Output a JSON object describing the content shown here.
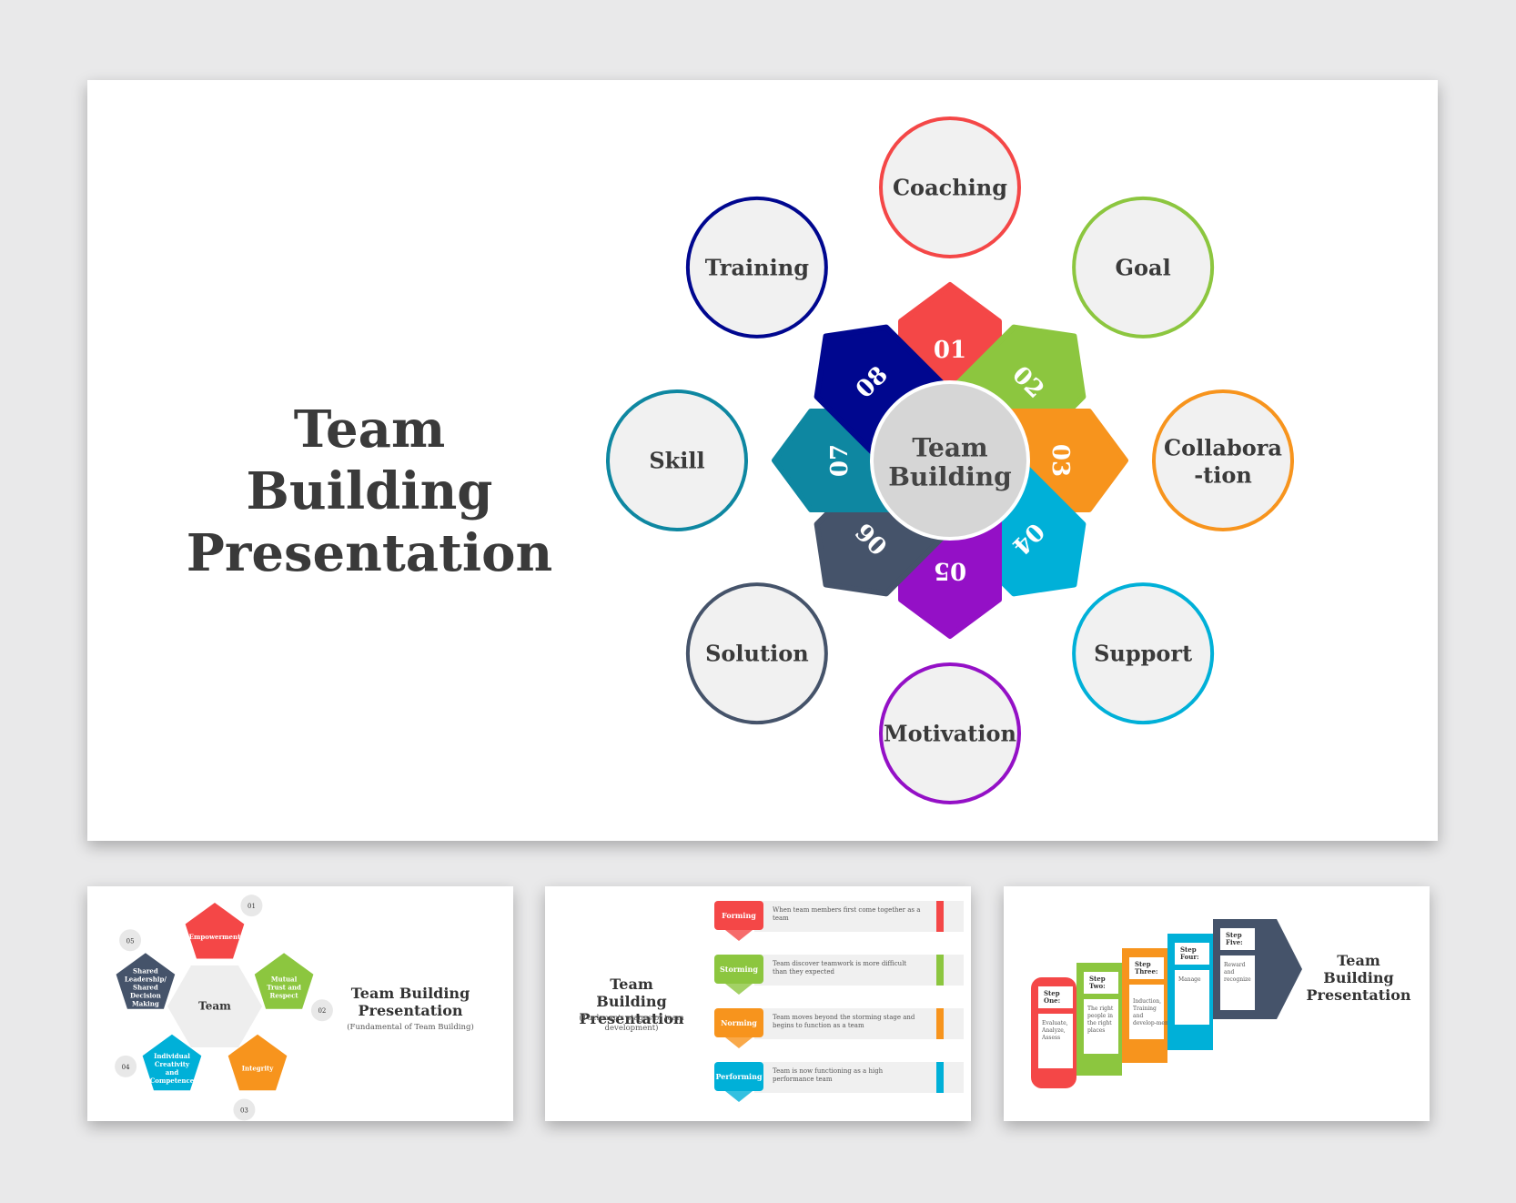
{
  "main": {
    "title_line1": "Team Building",
    "title_line2": "Presentation",
    "center_line1": "Team",
    "center_line2": "Building",
    "spokes": [
      {
        "num": "01",
        "label": "Coaching",
        "color": "#f44747"
      },
      {
        "num": "02",
        "label": "Goal",
        "color": "#8cc63f"
      },
      {
        "num": "03",
        "label": "Collabora-tion",
        "line1": "Collabora",
        "line2": "-tion",
        "color": "#f7941d"
      },
      {
        "num": "04",
        "label": "Support",
        "color": "#00b0d8"
      },
      {
        "num": "05",
        "label": "Motivation",
        "color": "#9410c6"
      },
      {
        "num": "06",
        "label": "Solution",
        "color": "#45536a"
      },
      {
        "num": "07",
        "label": "Skill",
        "color": "#0e87a1"
      },
      {
        "num": "08",
        "label": "Training",
        "color": "#00078f"
      }
    ]
  },
  "thumb1": {
    "title": "Team Building Presentation",
    "subtitle": "(Fundamental of Team Building)",
    "center": "Team",
    "items": [
      {
        "num": "01",
        "label": "Empowerment",
        "color": "#f44747"
      },
      {
        "num": "02",
        "label": "Mutual Trust and Respect",
        "color": "#8cc63f"
      },
      {
        "num": "03",
        "label": "Integrity",
        "color": "#f7941d"
      },
      {
        "num": "04",
        "label": "Individual Creativity and Competence",
        "color": "#00b0d8"
      },
      {
        "num": "05",
        "label": "Shared Leadership/ Shared Decision Making",
        "color": "#45536a"
      }
    ]
  },
  "thumb2": {
    "title": "Team Building Presentation",
    "subtitle": "(Tuckman's stages of team development)",
    "stages": [
      {
        "name": "Forming",
        "desc": "When team members first come together as a team",
        "color": "#f44747"
      },
      {
        "name": "Storming",
        "desc": "Team discover teamwork is more difficult than they expected",
        "color": "#8cc63f"
      },
      {
        "name": "Norming",
        "desc": "Team moves beyond the storming stage and begins to function as a team",
        "color": "#f7941d"
      },
      {
        "name": "Performing",
        "desc": "Team is now functioning as a high performance team",
        "color": "#00b0d8"
      }
    ]
  },
  "thumb3": {
    "title": "Team Building Presentation",
    "steps": [
      {
        "name": "Step One:",
        "desc": "Evaluate, Analyze, Assess",
        "color": "#f44747"
      },
      {
        "name": "Step Two:",
        "desc": "The right people in the right places",
        "color": "#8cc63f"
      },
      {
        "name": "Step Three:",
        "desc": "Induction, Training and develop-ment",
        "color": "#f7941d"
      },
      {
        "name": "Step Four:",
        "desc": "Manage",
        "color": "#00b0d8"
      },
      {
        "name": "Step Five:",
        "desc": "Reward and recognize",
        "color": "#45536a"
      }
    ]
  }
}
